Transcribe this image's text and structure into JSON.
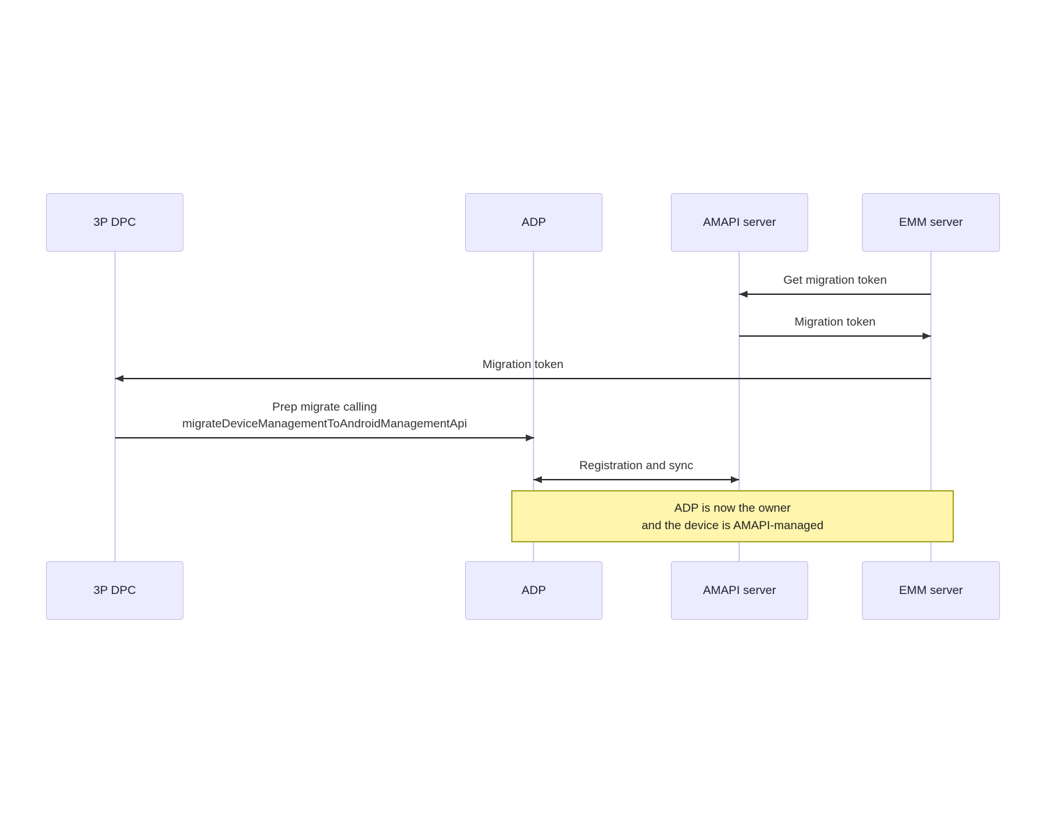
{
  "diagram": {
    "type": "sequence",
    "actors": [
      {
        "name": "3P DPC"
      },
      {
        "name": "ADP"
      },
      {
        "name": "AMAPI server"
      },
      {
        "name": "EMM server"
      }
    ],
    "messages": [
      {
        "from": "EMM server",
        "to": "AMAPI server",
        "direction": "left",
        "label": "Get migration token"
      },
      {
        "from": "AMAPI server",
        "to": "EMM server",
        "direction": "right",
        "label": "Migration token"
      },
      {
        "from": "EMM server",
        "to": "3P DPC",
        "direction": "left",
        "label": "Migration token"
      },
      {
        "from": "3P DPC",
        "to": "ADP",
        "direction": "right",
        "label_line1": "Prep migrate calling",
        "label_line2": "migrateDeviceManagementToAndroidManagementApi"
      },
      {
        "from": "ADP",
        "to": "AMAPI server",
        "direction": "both",
        "label": "Registration and sync"
      }
    ],
    "note": {
      "span": "ADP to EMM server",
      "line1": "ADP is now the owner",
      "line2": "and the device is AMAPI-managed"
    },
    "colors": {
      "actor_fill": "#ECECFF",
      "actor_border": "#C6BDEA",
      "lifeline": "#D6CCF0",
      "arrow": "#333333",
      "message_text": "#333333",
      "note_fill": "#FFF5AD",
      "note_border": "#AAAA33"
    }
  }
}
